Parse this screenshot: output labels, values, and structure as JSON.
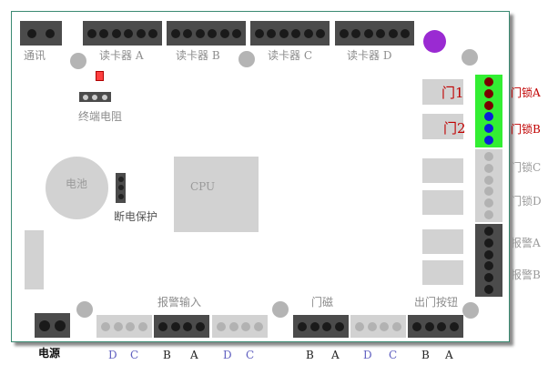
{
  "labels": {
    "comm": "通讯",
    "reader_a": "读卡器 A",
    "reader_b": "读卡器 B",
    "reader_c": "读卡器 C",
    "reader_d": "读卡器 D",
    "term_resistor": "终端电阻",
    "battery": "电池",
    "power_off_protect": "断电保护",
    "cpu": "CPU",
    "door1": "门1",
    "door2": "门2",
    "lock_a": "门锁A",
    "lock_b": "门锁B",
    "lock_c": "门锁C",
    "lock_d": "门锁D",
    "alarm_a": "报警A",
    "alarm_b": "报警B",
    "alarm_input": "报警输入",
    "door_magnet": "门磁",
    "exit_button": "出门按钮",
    "power": "电源"
  },
  "bottom_letters": [
    "D",
    "C",
    "B",
    "A",
    "D",
    "C",
    "B",
    "A",
    "D",
    "C",
    "B",
    "A"
  ],
  "colors": {
    "board_border": "#3a8a72",
    "terminal_dark": "#4b4b4b",
    "terminal_light": "#d2d2d2",
    "lock_highlight": "#33ee33",
    "led_red": "#ff4040",
    "led_purple": "#9a2ad2",
    "pin_darkred": "#7a0000",
    "pin_blue": "#0a20d8"
  }
}
